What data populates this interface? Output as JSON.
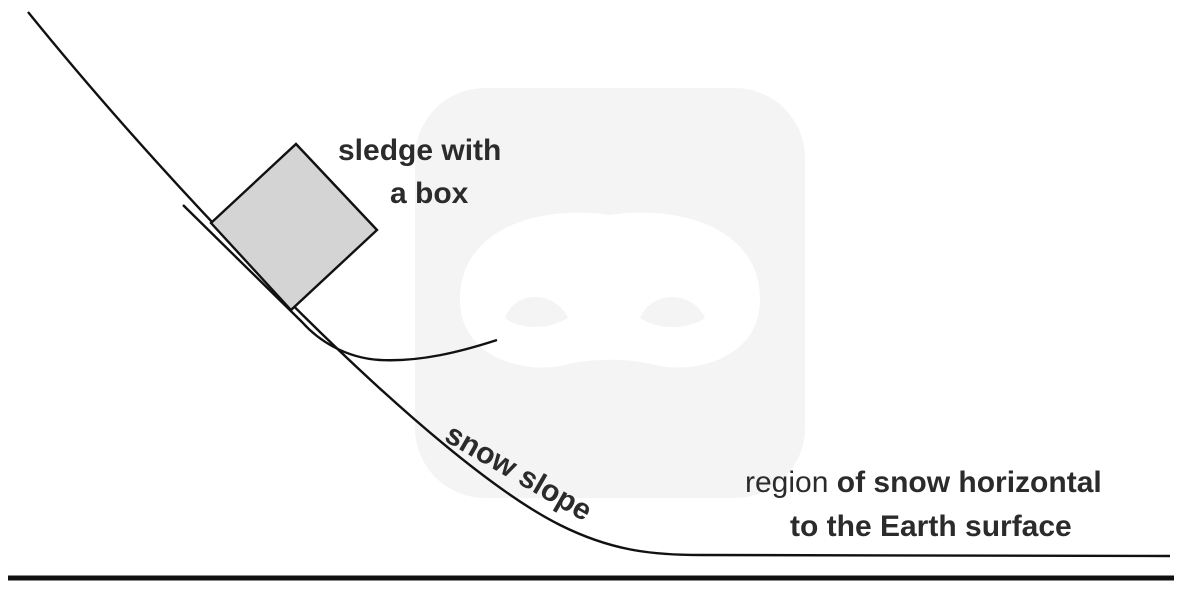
{
  "diagram": {
    "labels": {
      "sledge_line1": "sledge with",
      "sledge_line2": "a box",
      "slope": "snow slope",
      "region_word": "region",
      "region_rest": " of snow horizontal",
      "region_line2": "to the Earth surface"
    },
    "colors": {
      "stroke": "#111111",
      "box_fill": "#d4d4d4",
      "text": "#2b2b2b",
      "watermark": "#f3f3f3"
    }
  }
}
